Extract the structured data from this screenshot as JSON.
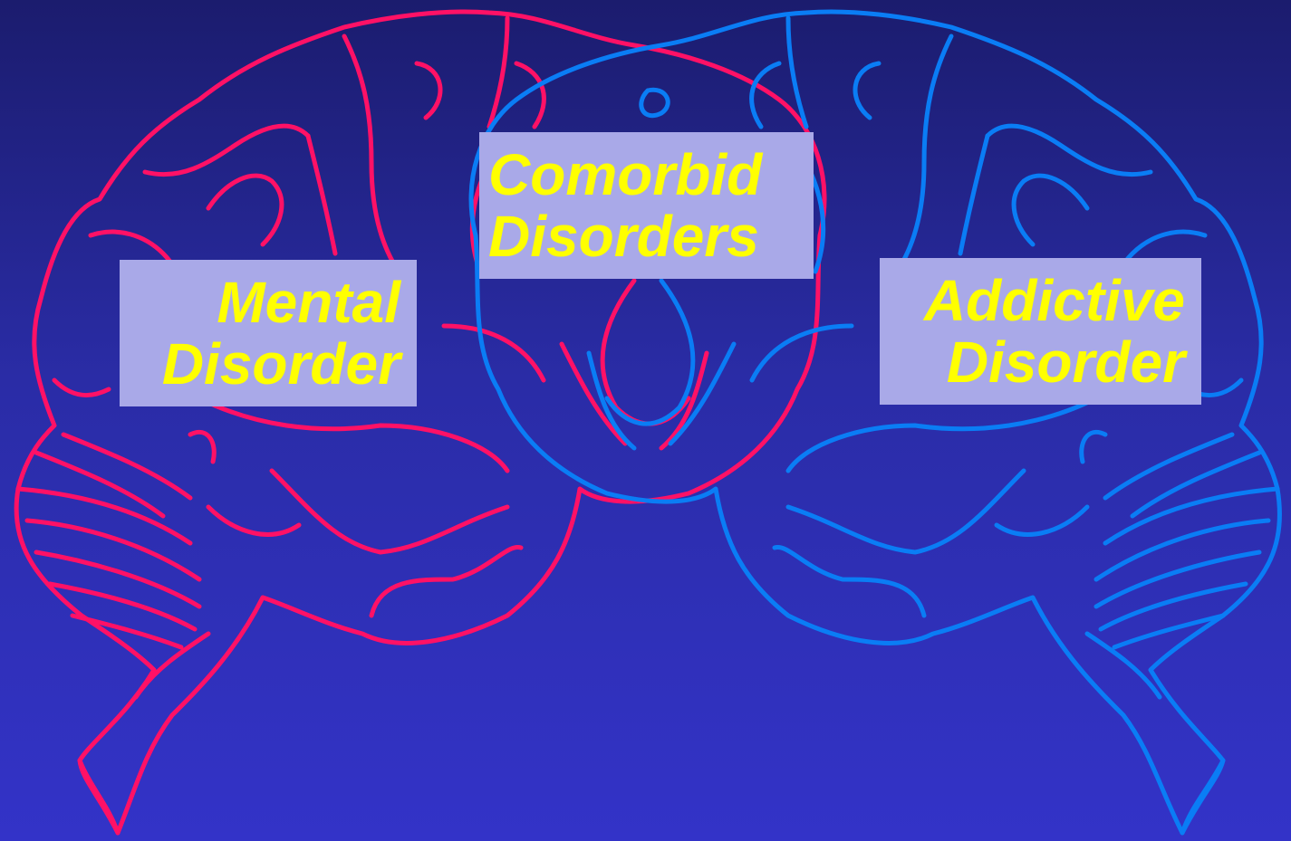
{
  "colors": {
    "background_top": "#1b1c6e",
    "background_bottom": "#3333c8",
    "left_brain_outline": "#ff1166",
    "right_brain_outline": "#0a7df5",
    "label_box": "#a9a9e8",
    "label_text": "#ffff00"
  },
  "illustrations": {
    "left": "brain-outline-red",
    "right": "brain-outline-blue"
  },
  "labels": {
    "mental": {
      "line1": "Mental",
      "line2": "Disorder"
    },
    "comorbid": {
      "line1": "Comorbid",
      "line2": "Disorders"
    },
    "addictive": {
      "line1": "Addictive",
      "line2": "Disorder"
    }
  }
}
